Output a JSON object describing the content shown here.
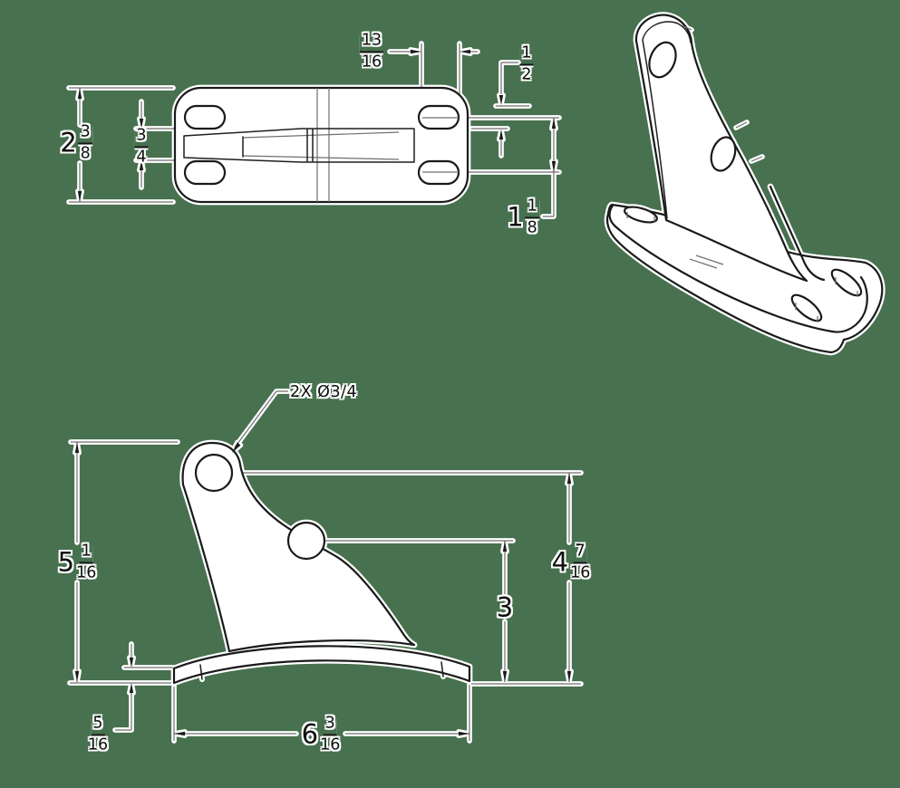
{
  "drawing": {
    "type": "engineering-drawing",
    "colors": {
      "background": "#47714f",
      "object_line": "#1a1a1a",
      "dim_line": "#6f6f6f",
      "halo": "#ffffff"
    },
    "dims": {
      "top_view": {
        "plate_height": {
          "whole": "2",
          "num": "3",
          "den": "8"
        },
        "web_thickness": {
          "num": "3",
          "den": "4"
        },
        "slot_length": {
          "num": "13",
          "den": "16"
        },
        "slot_top_offset": {
          "num": "1",
          "den": "2"
        },
        "slot_row_spacing": {
          "whole": "1",
          "num": "1",
          "den": "8"
        }
      },
      "front_view": {
        "hole_callout": "2X Ø3/4",
        "overall_height": {
          "whole": "5",
          "num": "1",
          "den": "16"
        },
        "upper_hole_height": {
          "whole": "4",
          "num": "7",
          "den": "16"
        },
        "lower_hole_height": {
          "whole": "3"
        },
        "base_thickness": {
          "num": "5",
          "den": "16"
        },
        "base_width": {
          "whole": "6",
          "num": "3",
          "den": "16"
        }
      }
    }
  }
}
